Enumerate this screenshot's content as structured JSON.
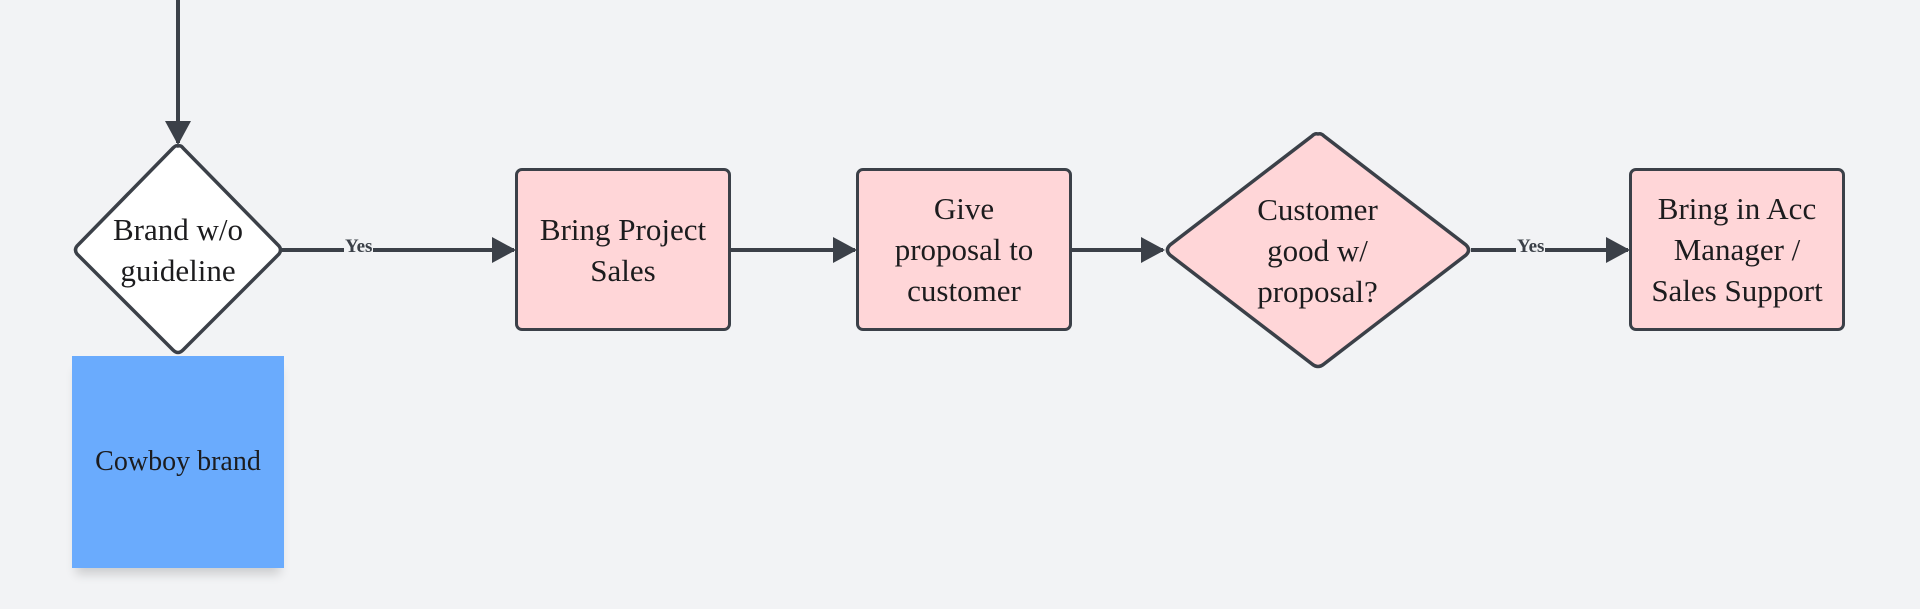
{
  "diagram": {
    "nodes": {
      "brand_decision": {
        "label": "Brand w/o\nguideline",
        "shape": "diamond",
        "fill": "#ffffff"
      },
      "project_sales": {
        "label": "Bring Project\nSales",
        "shape": "rounded-rect",
        "fill": "#ffd6d8"
      },
      "give_proposal": {
        "label": "Give\nproposal to\ncustomer",
        "shape": "rounded-rect",
        "fill": "#ffd6d8"
      },
      "customer_decision": {
        "label": "Customer\ngood w/\nproposal?",
        "shape": "diamond",
        "fill": "#ffd6d8"
      },
      "acc_manager": {
        "label": "Bring in Acc\nManager /\nSales Support",
        "shape": "rounded-rect",
        "fill": "#ffd6d8"
      }
    },
    "sticky_note": {
      "label": "Cowboy brand",
      "fill": "#6aabfd"
    },
    "edges": [
      {
        "from": "above",
        "to": "brand_decision",
        "label": ""
      },
      {
        "from": "brand_decision",
        "to": "project_sales",
        "label": "Yes"
      },
      {
        "from": "project_sales",
        "to": "give_proposal",
        "label": ""
      },
      {
        "from": "give_proposal",
        "to": "customer_decision",
        "label": ""
      },
      {
        "from": "customer_decision",
        "to": "acc_manager",
        "label": "Yes"
      }
    ],
    "colors": {
      "background": "#f2f3f5",
      "stroke": "#3b4048",
      "process_fill": "#ffd6d8",
      "note_fill": "#6aabfd"
    }
  }
}
